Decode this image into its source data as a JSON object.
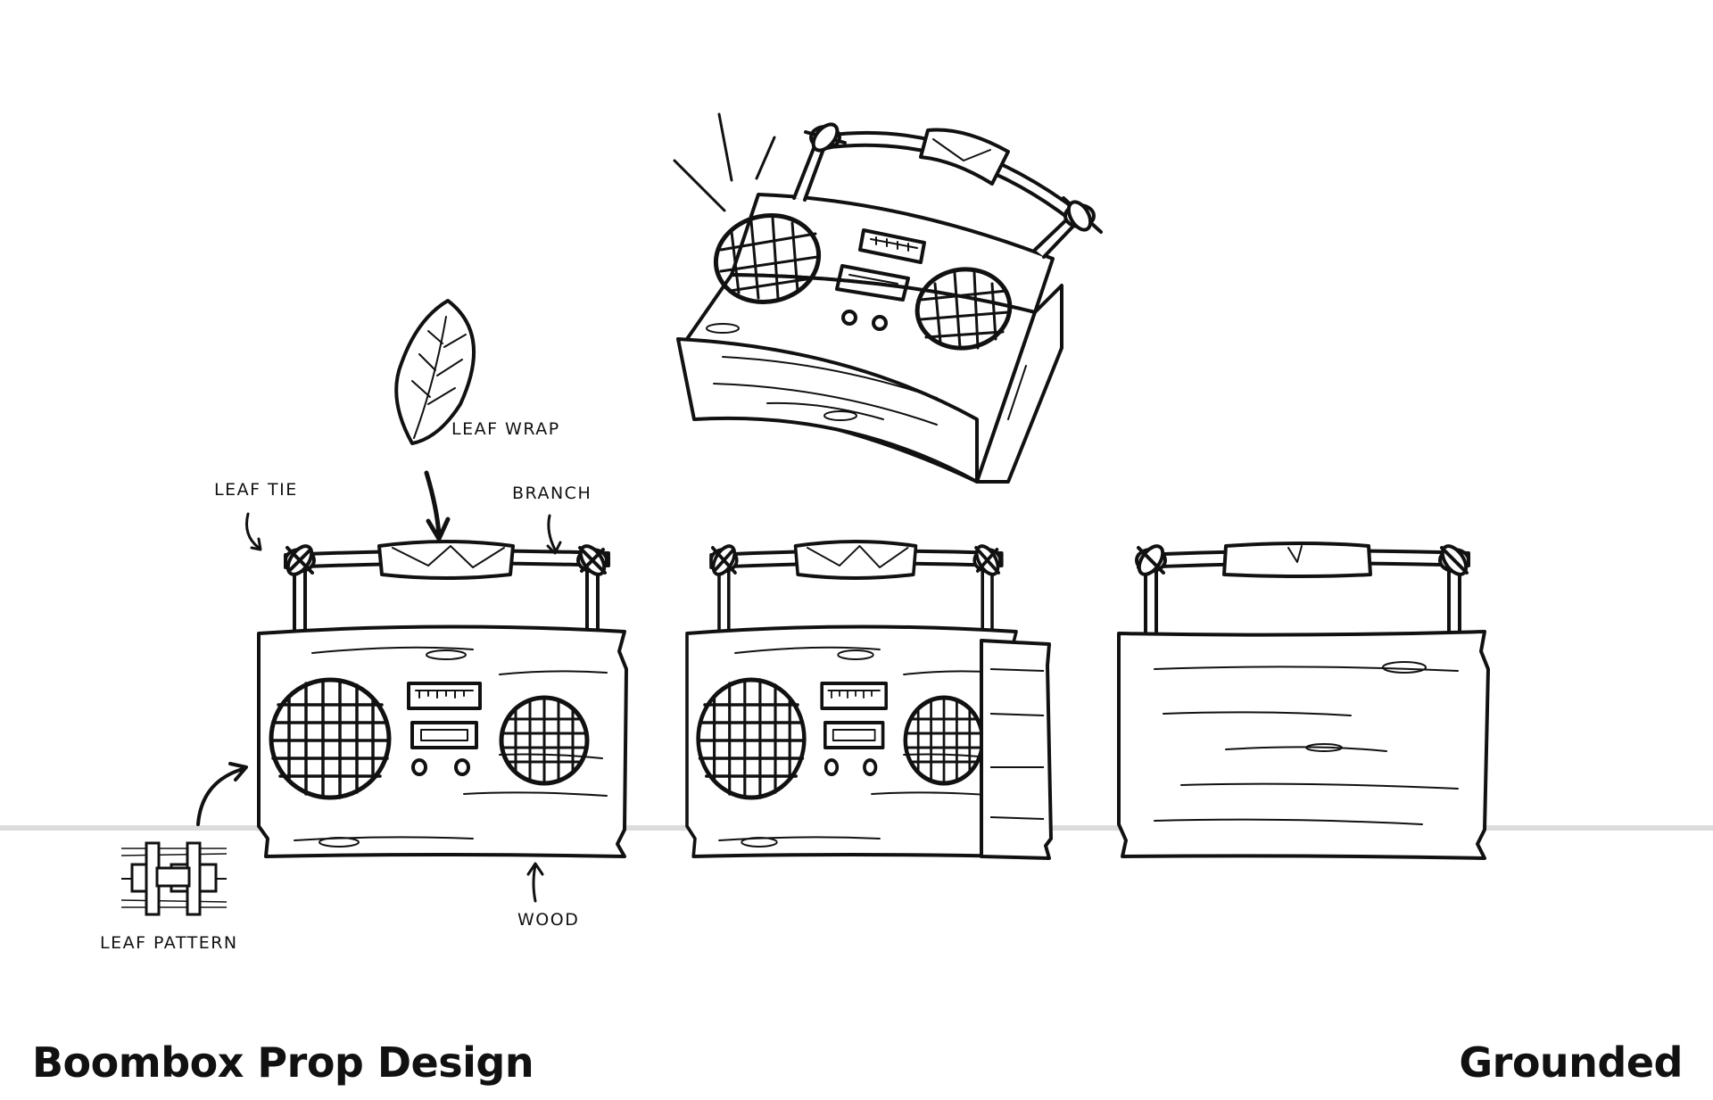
{
  "sheet": {
    "title": "Boombox Prop Design",
    "brand": "Grounded"
  },
  "callouts": {
    "leaf_wrap": "LEAF WRAP",
    "leaf_tie": "LEAF TIE",
    "branch": "BRANCH",
    "wood": "WOOD",
    "leaf_pattern": "LEAF PATTERN"
  },
  "colors": {
    "ink": "#111111",
    "paper": "#ffffff",
    "ground_line": "#dcdcdc"
  }
}
